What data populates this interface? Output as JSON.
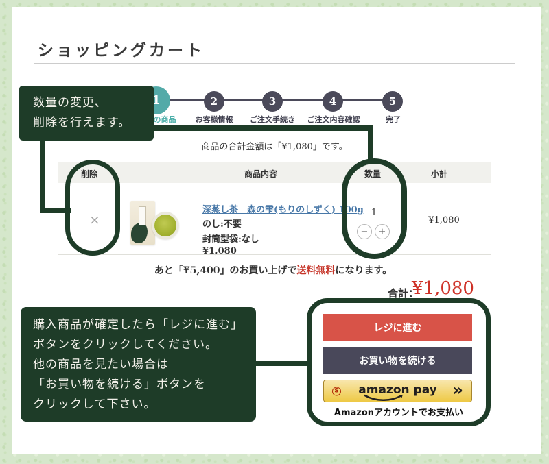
{
  "page": {
    "title": "ショッピングカート"
  },
  "steps": [
    {
      "num": "1",
      "label": "の商品"
    },
    {
      "num": "2",
      "label": "お客様情報"
    },
    {
      "num": "3",
      "label": "ご注文手続き"
    },
    {
      "num": "4",
      "label": "ご注文内容確認"
    },
    {
      "num": "5",
      "label": "完了"
    }
  ],
  "summary": {
    "message": "商品の合計金額は「¥1,080」です。"
  },
  "table": {
    "headers": [
      "削除",
      "商品内容",
      "数量",
      "小計"
    ],
    "row": {
      "delete": "×",
      "product_link": "深蒸し茶　森の雫(もりのしずく) 100g",
      "option1": "のし:不要",
      "option2": "封筒型袋:なし",
      "price": "¥1,080",
      "quantity": "1",
      "minus": "−",
      "plus": "+",
      "subtotal": "¥1,080"
    }
  },
  "shipping": {
    "pre": "あと「¥5,400」のお買い上げで",
    "highlight": "送料無料",
    "post": "になります。"
  },
  "total": {
    "label": "合計：",
    "amount": "¥1,080"
  },
  "buttons": {
    "checkout": "レジに進む",
    "continue": "お買い物を続ける",
    "amazon_mark": "S",
    "amazon_logo": "amazon pay",
    "amazon_arrow": "»",
    "amazon_caption": "Amazonアカウントでお支払い"
  },
  "annotations": {
    "top": {
      "line1": "数量の変更、",
      "line2": "削除を行えます。"
    },
    "bottom": {
      "line1": "購入商品が確定したら「レジに進む」",
      "line2": "ボタンをクリックしてください。",
      "line3": "他の商品を見たい場合は",
      "line4": "「お買い物を続ける」ボタンを",
      "line5": "クリックして下さい。"
    }
  },
  "colors": {
    "accent_green": "#1e3c28",
    "step_active": "#53aaa8",
    "step_inactive": "#4b4a5a",
    "checkout_red": "#d85348",
    "continue_slate": "#49485a",
    "price_red": "#ce3026",
    "link_blue": "#4878a8"
  }
}
